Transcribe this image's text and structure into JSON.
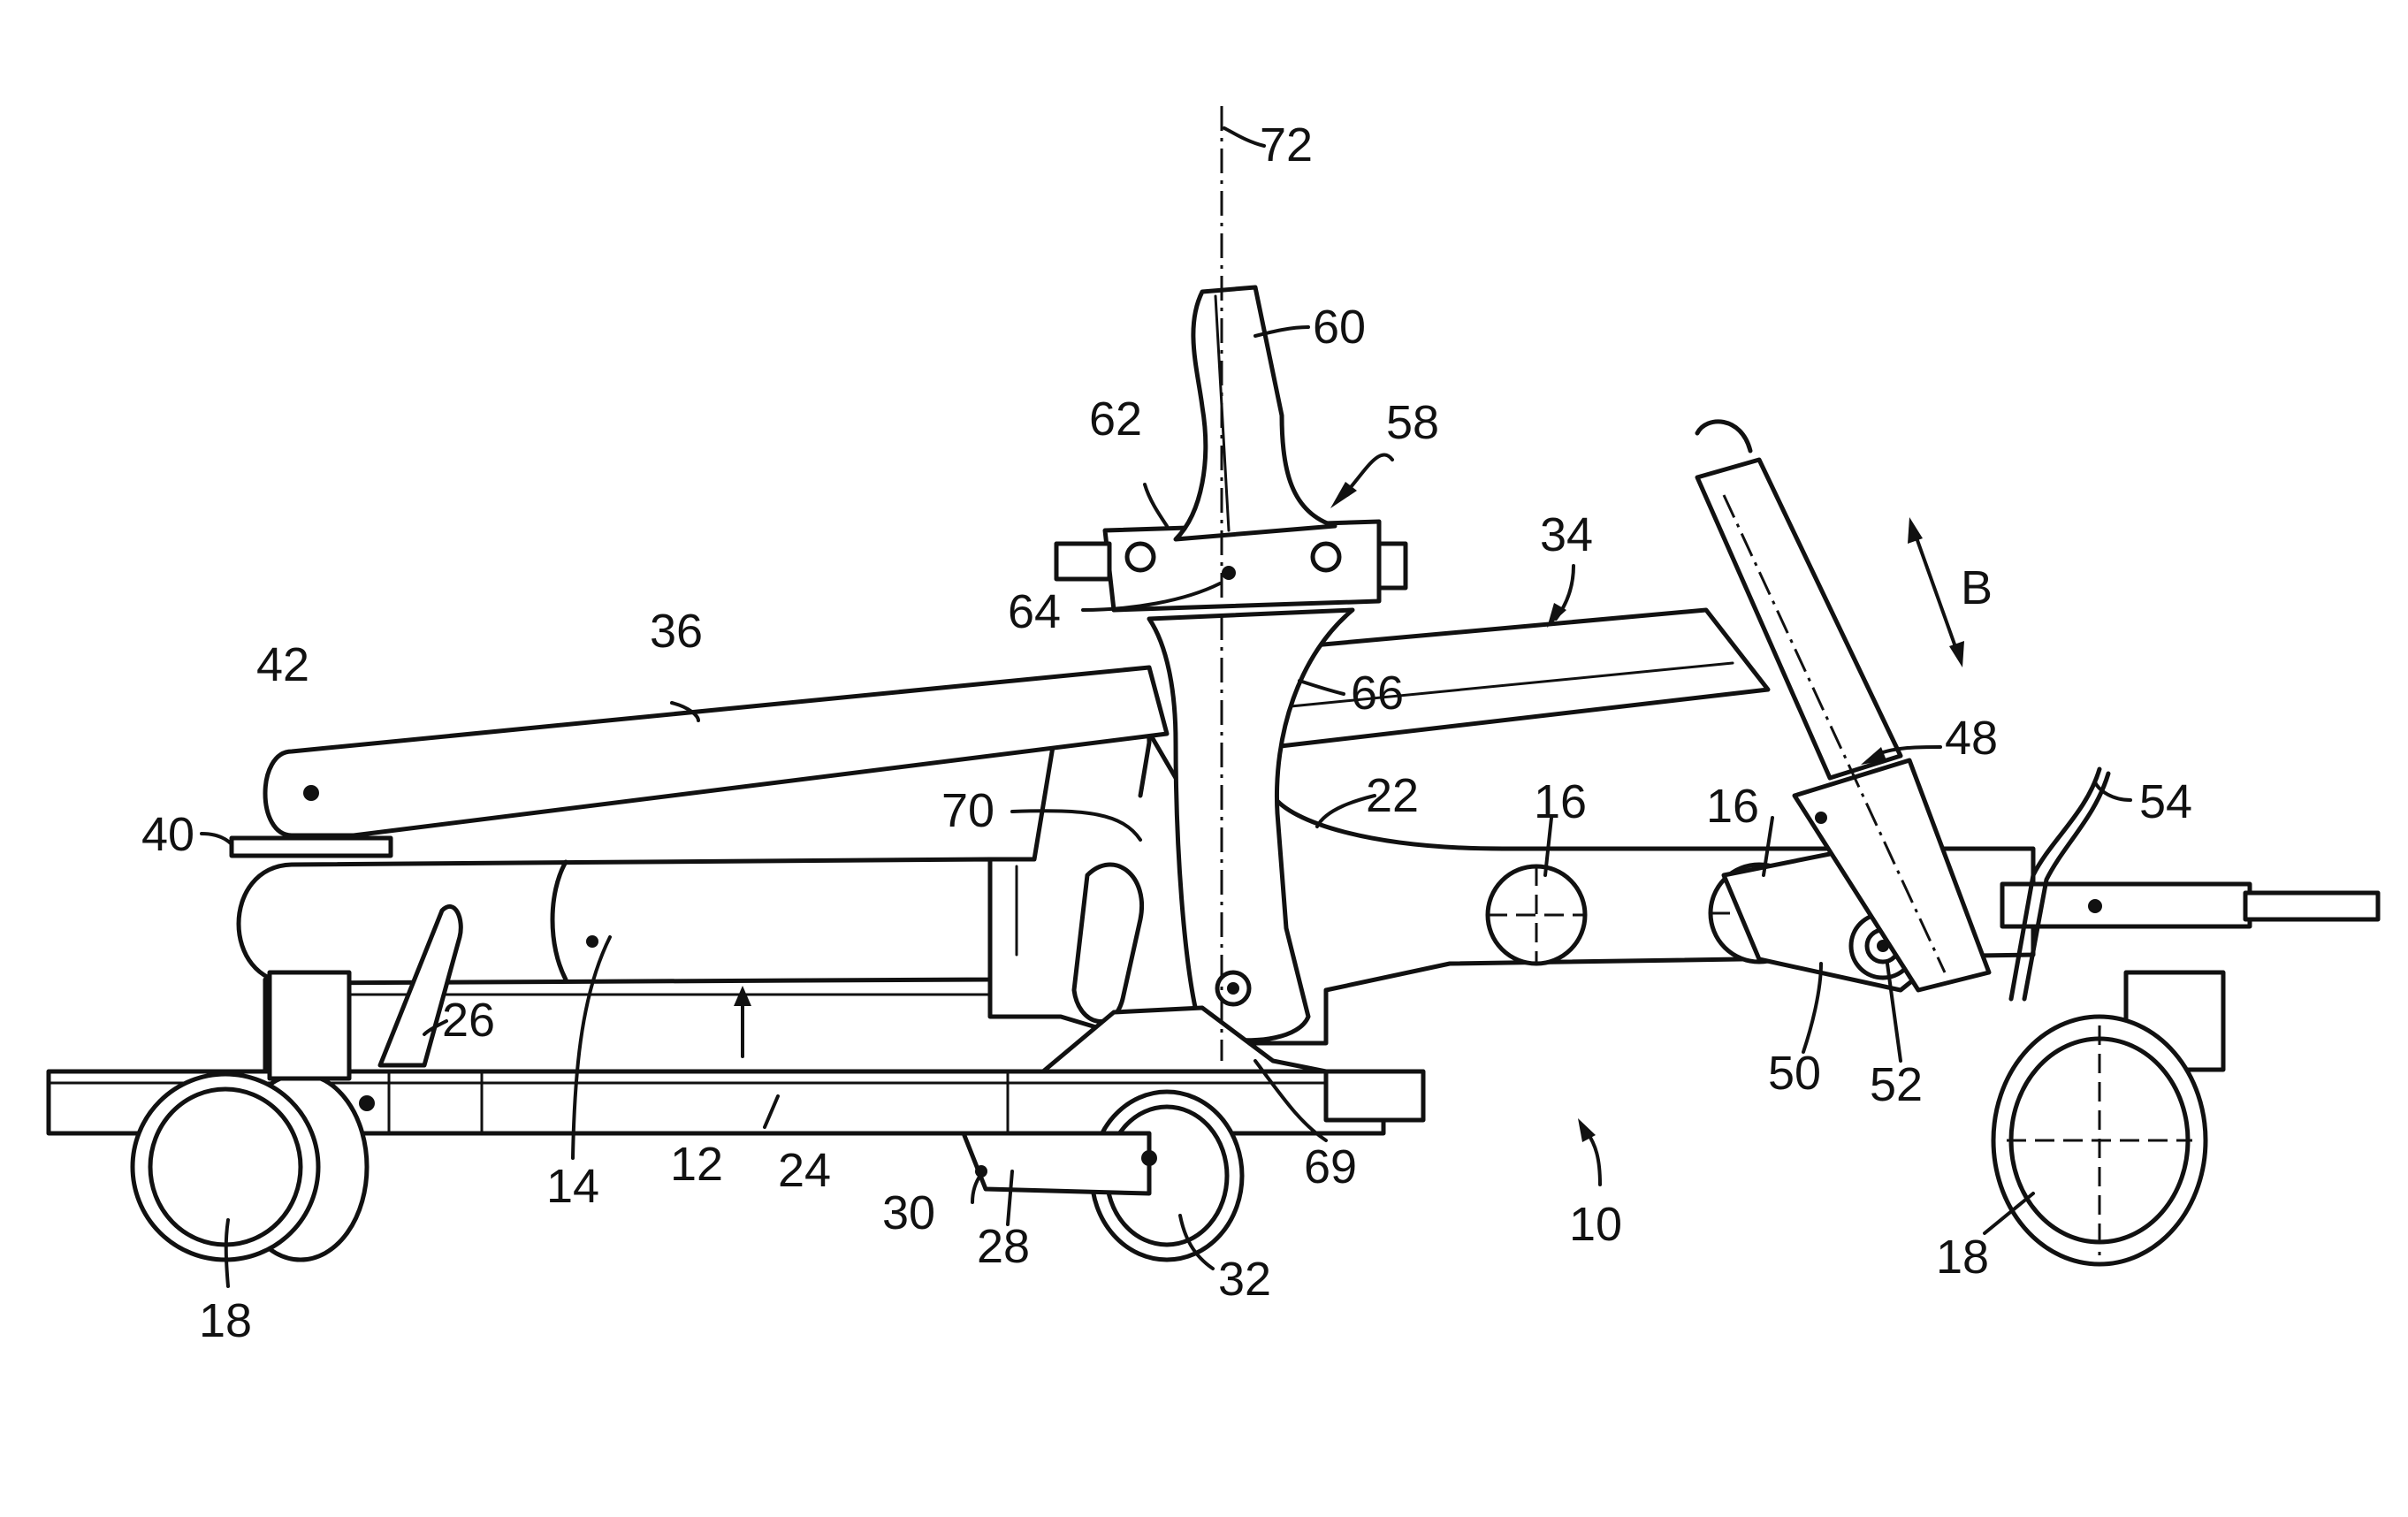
{
  "figure": {
    "labels": {
      "l72": "72",
      "l60": "60",
      "l58": "58",
      "l62": "62",
      "l34": "34",
      "lB": "B",
      "l64": "64",
      "l36": "36",
      "l42": "42",
      "l66": "66",
      "l48": "48",
      "l70": "70",
      "l22": "22",
      "l16a": "16",
      "l16b": "16",
      "l54": "54",
      "l40": "40",
      "l26": "26",
      "l50": "50",
      "l52": "52",
      "l14": "14",
      "l12": "12",
      "l24": "24",
      "l69": "69",
      "l30": "30",
      "l28": "28",
      "l32": "32",
      "l10": "10",
      "l18a": "18",
      "l18b": "18"
    }
  }
}
